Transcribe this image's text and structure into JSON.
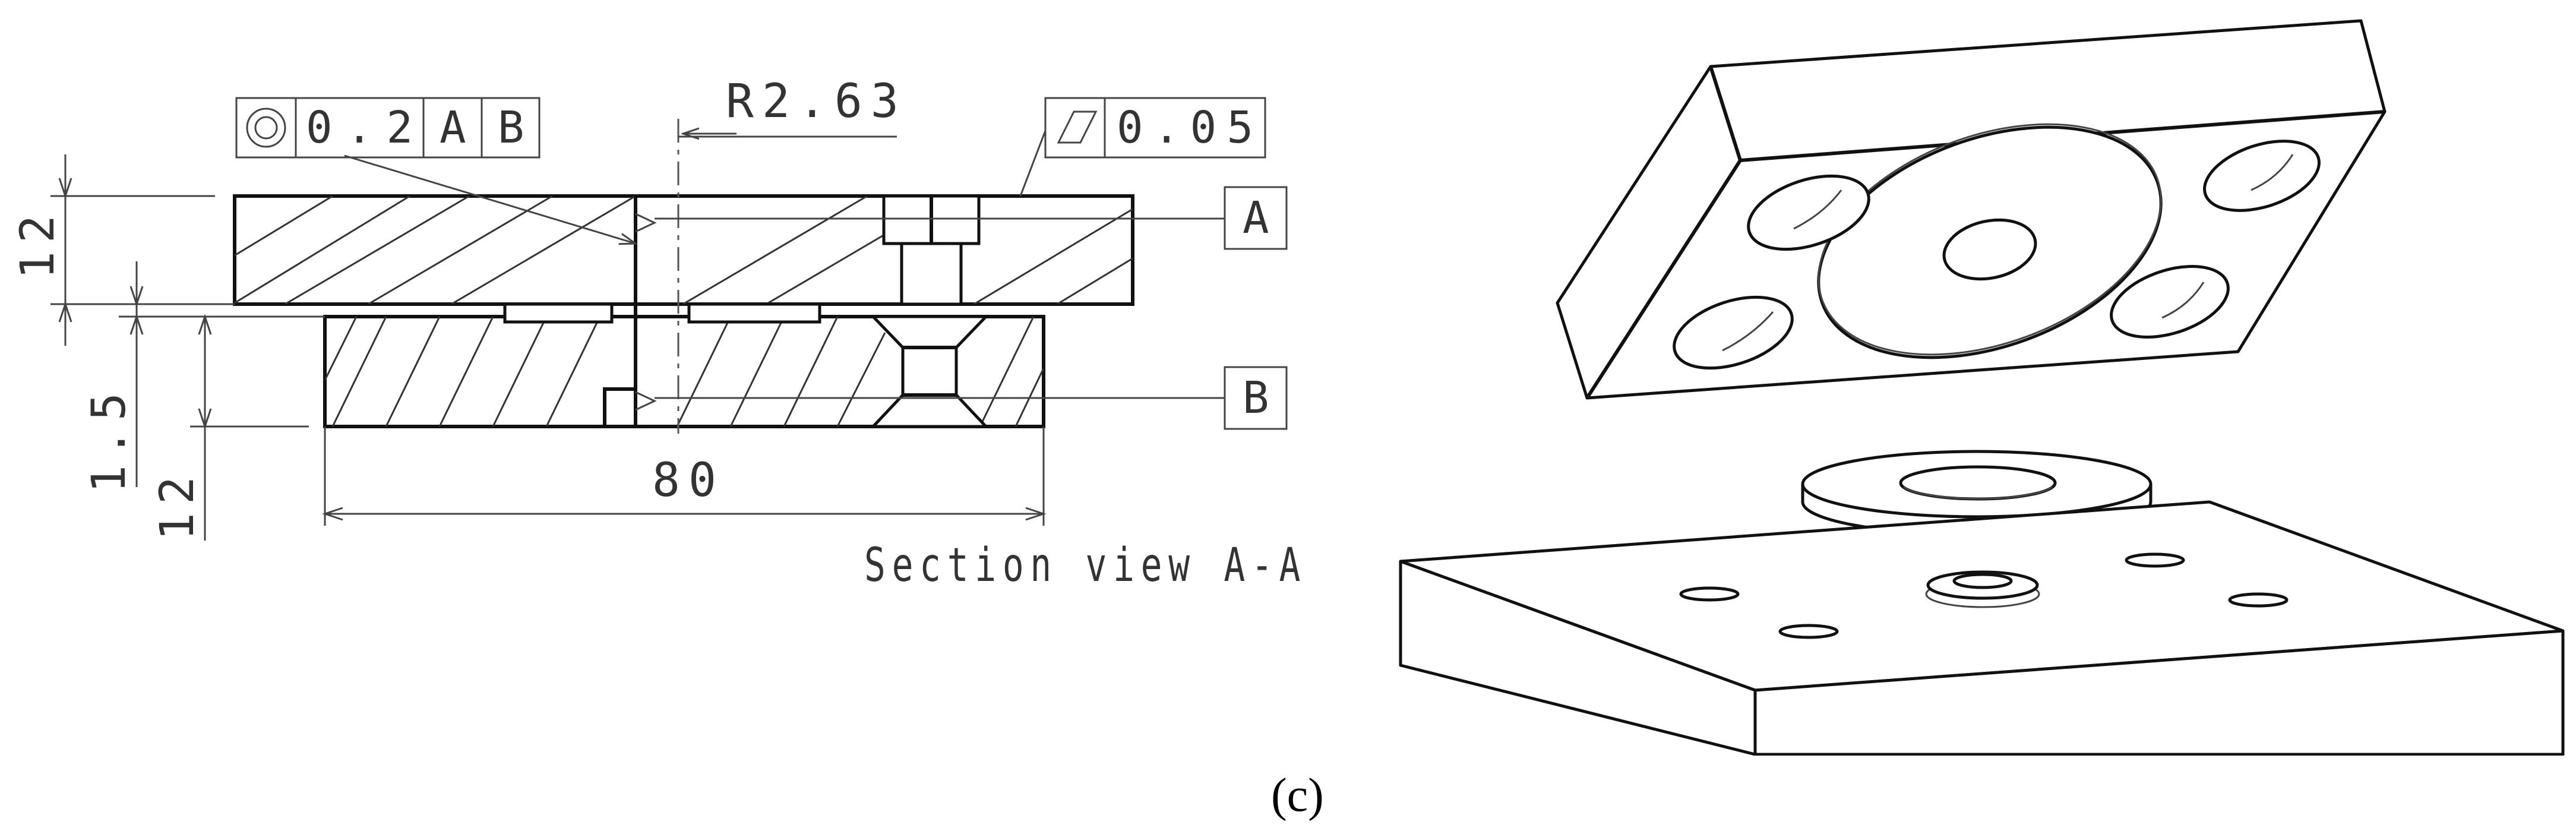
{
  "section_view": {
    "title": "Section view A-A",
    "radius_callout": "R2.63",
    "dimensions": {
      "top_plate_thickness": "12",
      "gap": "1.5",
      "bottom_plate_thickness": "12",
      "width": "80"
    },
    "fcf_concentricity": {
      "symbol": "concentricity-icon",
      "tolerance": "0.2",
      "datum_1": "A",
      "datum_2": "B"
    },
    "fcf_flatness": {
      "symbol": "flatness-icon",
      "tolerance": "0.05"
    },
    "datum_a": "A",
    "datum_b": "B"
  },
  "caption": "(c)"
}
